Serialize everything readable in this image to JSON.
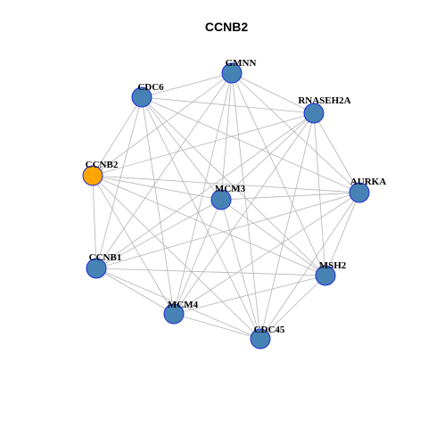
{
  "title": "CCNB2",
  "colors": {
    "node_fill": "#4682b4",
    "node_stroke": "#1f2bd6",
    "highlight_fill": "#ffa500",
    "highlight_stroke": "#1f2bd6",
    "edge": "#b4b4b4",
    "label": "#000000"
  },
  "nodes": [
    {
      "id": "GMNN",
      "label": "GMNN"
    },
    {
      "id": "CDC6",
      "label": "CDC6"
    },
    {
      "id": "RNASEH2A",
      "label": "RNASEH2A"
    },
    {
      "id": "CCNB2",
      "label": "CCNB2",
      "highlight": true
    },
    {
      "id": "MCM3",
      "label": "MCM3"
    },
    {
      "id": "AURKA",
      "label": "AURKA"
    },
    {
      "id": "CCNB1",
      "label": "CCNB1"
    },
    {
      "id": "MSH2",
      "label": "MSH2"
    },
    {
      "id": "MCM4",
      "label": "MCM4"
    },
    {
      "id": "CDC45",
      "label": "CDC45"
    }
  ],
  "edges": [
    [
      "GMNN",
      "CDC6"
    ],
    [
      "GMNN",
      "RNASEH2A"
    ],
    [
      "GMNN",
      "CCNB2"
    ],
    [
      "GMNN",
      "MCM3"
    ],
    [
      "GMNN",
      "AURKA"
    ],
    [
      "GMNN",
      "CCNB1"
    ],
    [
      "GMNN",
      "MSH2"
    ],
    [
      "GMNN",
      "MCM4"
    ],
    [
      "GMNN",
      "CDC45"
    ],
    [
      "CDC6",
      "RNASEH2A"
    ],
    [
      "CDC6",
      "CCNB2"
    ],
    [
      "CDC6",
      "MCM3"
    ],
    [
      "CDC6",
      "AURKA"
    ],
    [
      "CDC6",
      "CCNB1"
    ],
    [
      "CDC6",
      "MSH2"
    ],
    [
      "CDC6",
      "MCM4"
    ],
    [
      "CDC6",
      "CDC45"
    ],
    [
      "RNASEH2A",
      "CCNB2"
    ],
    [
      "RNASEH2A",
      "MCM3"
    ],
    [
      "RNASEH2A",
      "AURKA"
    ],
    [
      "RNASEH2A",
      "CCNB1"
    ],
    [
      "RNASEH2A",
      "MSH2"
    ],
    [
      "RNASEH2A",
      "MCM4"
    ],
    [
      "RNASEH2A",
      "CDC45"
    ],
    [
      "CCNB2",
      "MCM3"
    ],
    [
      "CCNB2",
      "AURKA"
    ],
    [
      "CCNB2",
      "CCNB1"
    ],
    [
      "CCNB2",
      "MSH2"
    ],
    [
      "CCNB2",
      "MCM4"
    ],
    [
      "CCNB2",
      "CDC45"
    ],
    [
      "MCM3",
      "AURKA"
    ],
    [
      "MCM3",
      "CCNB1"
    ],
    [
      "MCM3",
      "MSH2"
    ],
    [
      "MCM3",
      "MCM4"
    ],
    [
      "MCM3",
      "CDC45"
    ],
    [
      "AURKA",
      "CCNB1"
    ],
    [
      "AURKA",
      "MSH2"
    ],
    [
      "AURKA",
      "MCM4"
    ],
    [
      "AURKA",
      "CDC45"
    ],
    [
      "CCNB1",
      "MSH2"
    ],
    [
      "CCNB1",
      "MCM4"
    ],
    [
      "CCNB1",
      "CDC45"
    ],
    [
      "MSH2",
      "MCM4"
    ],
    [
      "MSH2",
      "CDC45"
    ],
    [
      "MCM4",
      "CDC45"
    ]
  ]
}
